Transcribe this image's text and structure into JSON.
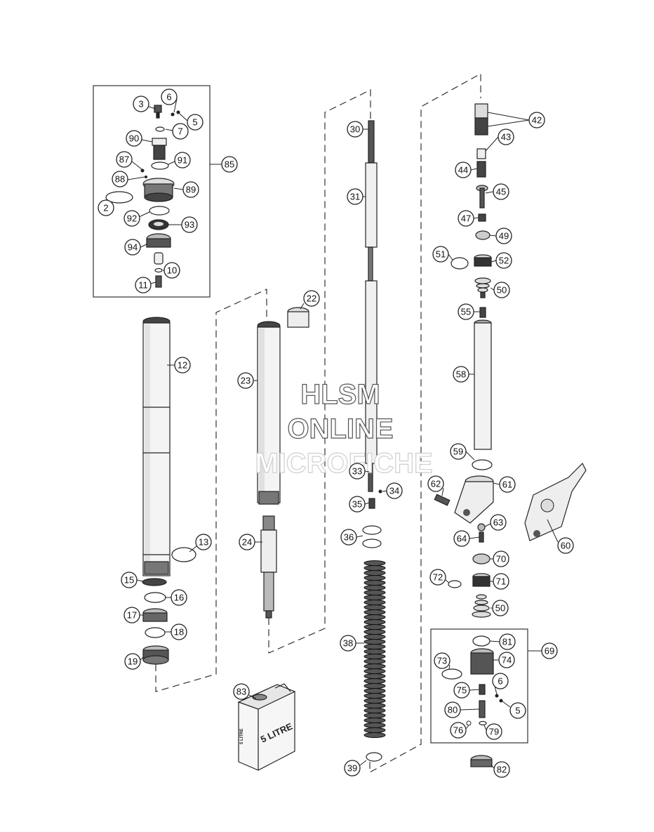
{
  "watermark": {
    "line1": "HLSM",
    "line2": "ONLINE",
    "line3": "MICROFICHE"
  },
  "oil_can_label": "5 LITRE",
  "oil_can_side_label": "5 LITRE",
  "callouts": [
    "2",
    "3",
    "5",
    "5",
    "6",
    "6",
    "7",
    "10",
    "11",
    "12",
    "13",
    "15",
    "16",
    "17",
    "18",
    "19",
    "22",
    "23",
    "24",
    "30",
    "31",
    "33",
    "34",
    "35",
    "36",
    "38",
    "39",
    "42",
    "43",
    "44",
    "45",
    "47",
    "49",
    "50",
    "50",
    "51",
    "52",
    "55",
    "58",
    "59",
    "60",
    "61",
    "62",
    "63",
    "64",
    "69",
    "70",
    "71",
    "72",
    "73",
    "74",
    "75",
    "76",
    "79",
    "80",
    "81",
    "82",
    "83",
    "85",
    "87",
    "88",
    "89",
    "90",
    "91",
    "92",
    "93",
    "94"
  ]
}
